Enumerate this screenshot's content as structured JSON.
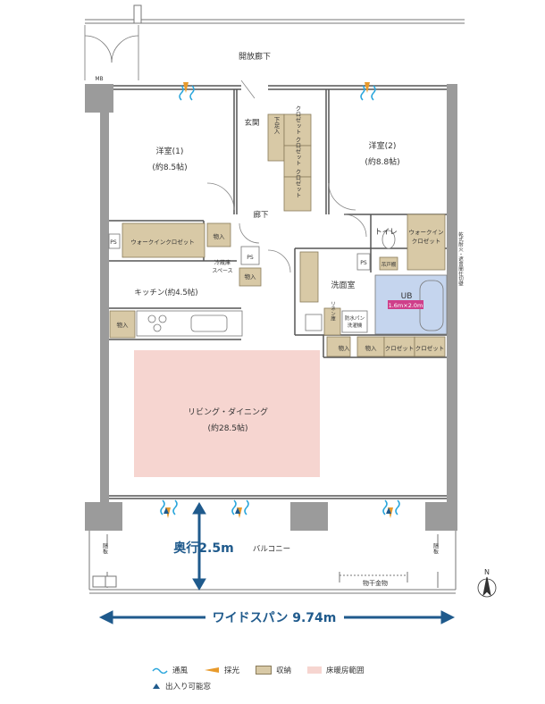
{
  "corridor": "開放廊下",
  "mb": "MB",
  "entrance": "玄関",
  "shoe_storage": "下足入",
  "room1": {
    "name": "洋室(1)",
    "size": "(約8.5帖)"
  },
  "room2": {
    "name": "洋室(2)",
    "size": "(約8.8帖)"
  },
  "closet": "クロゼット",
  "hallway": "廊下",
  "ps": "PS",
  "wic1": "ウォークインクロゼット",
  "wic2_line1": "ウォークイン",
  "wic2_line2": "クロゼット",
  "storage": "物入",
  "fridge_line1": "冷蔵庫",
  "fridge_line2": "スペース",
  "toilet": "トイレ",
  "toilet_shelf": "吊戸棚",
  "kitchen": "キッチン(約4.5帖)",
  "washroom": "洗面室",
  "linen": "リネン庫",
  "laundry_line1": "防水パン",
  "laundry_line2": "洗濯機",
  "ub": "UB",
  "ub_size": "1.6m×2.0m",
  "side_note": "乾式耐火・遮音間仕切壁",
  "living": {
    "name": "リビング・ダイニング",
    "size": "(約28.5帖)"
  },
  "depth": "奥行2.5m",
  "balcony": "バルコニー",
  "partition": "隔板",
  "drying_rack": "物干金物",
  "north": "N",
  "wide_span": "ワイドスパン 9.74m",
  "legend": {
    "ventilation": "通風",
    "daylight": "採光",
    "storage": "収納",
    "floor_heating": "床暖房範囲",
    "exit_window": "出入り可能窓"
  },
  "colors": {
    "wall": "#9b9b9b",
    "line": "#555555",
    "storage_fill": "#d8c9a6",
    "heating_fill": "#f6d5d0",
    "bath_fill": "#c5d5ee",
    "ub_label_fill": "#cf3f8a",
    "arrow": "#1f5a8c",
    "wind": "#2aa6dc",
    "light": "#e89a2b"
  }
}
